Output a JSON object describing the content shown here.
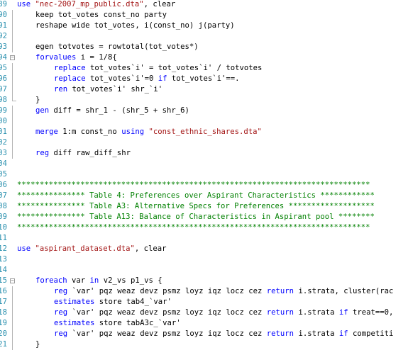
{
  "editor": {
    "language": "stata-do-file",
    "colors": {
      "background": "#ffffff",
      "line_number": "#2b91af",
      "keyword": "#0000ff",
      "string": "#a31515",
      "comment": "#008000",
      "text": "#000000"
    },
    "lines": [
      {
        "num": "89",
        "fold": "none",
        "indent": 0,
        "tokens": [
          {
            "t": "kw",
            "v": "use"
          },
          {
            "t": "tx",
            "v": " "
          },
          {
            "t": "str",
            "v": "\"nec-2007_mp_public.dta\""
          },
          {
            "t": "tx",
            "v": ", clear"
          }
        ]
      },
      {
        "num": "90",
        "fold": "line",
        "indent": 1,
        "tokens": [
          {
            "t": "tx",
            "v": "keep tot_votes const_no party"
          }
        ]
      },
      {
        "num": "91",
        "fold": "line",
        "indent": 1,
        "tokens": [
          {
            "t": "tx",
            "v": "reshape wide tot_votes, i(const_no) j(party)"
          }
        ]
      },
      {
        "num": "92",
        "fold": "line",
        "indent": 0,
        "tokens": []
      },
      {
        "num": "93",
        "fold": "line",
        "indent": 1,
        "tokens": [
          {
            "t": "tx",
            "v": "egen totvotes = rowtotal(tot_votes*)"
          }
        ]
      },
      {
        "num": "94",
        "fold": "minus",
        "indent": 1,
        "tokens": [
          {
            "t": "kw",
            "v": "forvalues"
          },
          {
            "t": "tx",
            "v": " i = 1/8{"
          }
        ]
      },
      {
        "num": "95",
        "fold": "line",
        "indent": 2,
        "tokens": [
          {
            "t": "kw",
            "v": "replace"
          },
          {
            "t": "tx",
            "v": " tot_votes`i' = tot_votes`i' / totvotes"
          }
        ]
      },
      {
        "num": "96",
        "fold": "line",
        "indent": 2,
        "tokens": [
          {
            "t": "kw",
            "v": "replace"
          },
          {
            "t": "tx",
            "v": " tot_votes`i'=0 "
          },
          {
            "t": "kw",
            "v": "if"
          },
          {
            "t": "tx",
            "v": " tot_votes`i'==."
          }
        ]
      },
      {
        "num": "97",
        "fold": "line",
        "indent": 2,
        "tokens": [
          {
            "t": "kw",
            "v": "ren"
          },
          {
            "t": "tx",
            "v": " tot_votes`i' shr_`i'"
          }
        ]
      },
      {
        "num": "98",
        "fold": "end",
        "indent": 1,
        "tokens": [
          {
            "t": "tx",
            "v": "}"
          }
        ]
      },
      {
        "num": "99",
        "fold": "line",
        "indent": 1,
        "tokens": [
          {
            "t": "kw",
            "v": "gen"
          },
          {
            "t": "tx",
            "v": " diff = shr_1 - (shr_5 + shr_6)"
          }
        ]
      },
      {
        "num": "00",
        "fold": "line",
        "indent": 0,
        "tokens": []
      },
      {
        "num": "01",
        "fold": "line",
        "indent": 1,
        "tokens": [
          {
            "t": "kw",
            "v": "merge"
          },
          {
            "t": "tx",
            "v": " 1:m const_no "
          },
          {
            "t": "kw",
            "v": "using"
          },
          {
            "t": "tx",
            "v": " "
          },
          {
            "t": "str",
            "v": "\"const_ethnic_shares.dta\""
          }
        ]
      },
      {
        "num": "02",
        "fold": "line",
        "indent": 0,
        "tokens": []
      },
      {
        "num": "03",
        "fold": "line",
        "indent": 1,
        "tokens": [
          {
            "t": "kw",
            "v": "reg"
          },
          {
            "t": "tx",
            "v": " diff raw_diff_shr"
          }
        ]
      },
      {
        "num": "04",
        "fold": "none",
        "indent": 0,
        "tokens": []
      },
      {
        "num": "05",
        "fold": "none",
        "indent": 0,
        "tokens": []
      },
      {
        "num": "06",
        "fold": "none",
        "indent": 0,
        "tokens": [
          {
            "t": "cmt",
            "v": "******************************************************************************"
          }
        ]
      },
      {
        "num": "07",
        "fold": "none",
        "indent": 0,
        "tokens": [
          {
            "t": "cmt",
            "v": "*************** Table 4: Preferences over Aspirant Characteristics ************"
          }
        ]
      },
      {
        "num": "08",
        "fold": "none",
        "indent": 0,
        "tokens": [
          {
            "t": "cmt",
            "v": "*************** Table A3: Alternative Specs for Preferences *******************"
          }
        ]
      },
      {
        "num": "09",
        "fold": "none",
        "indent": 0,
        "tokens": [
          {
            "t": "cmt",
            "v": "*************** Table A13: Balance of Characteristics in Aspirant pool ********"
          }
        ]
      },
      {
        "num": "10",
        "fold": "none",
        "indent": 0,
        "tokens": [
          {
            "t": "cmt",
            "v": "******************************************************************************"
          }
        ]
      },
      {
        "num": "11",
        "fold": "none",
        "indent": 0,
        "tokens": []
      },
      {
        "num": "12",
        "fold": "none",
        "indent": 0,
        "tokens": [
          {
            "t": "kw",
            "v": "use"
          },
          {
            "t": "tx",
            "v": " "
          },
          {
            "t": "str",
            "v": "\"aspirant_dataset.dta\""
          },
          {
            "t": "tx",
            "v": ", clear"
          }
        ]
      },
      {
        "num": "13",
        "fold": "none",
        "indent": 0,
        "tokens": []
      },
      {
        "num": "14",
        "fold": "none",
        "indent": 0,
        "tokens": []
      },
      {
        "num": "15",
        "fold": "minus",
        "indent": 1,
        "tokens": [
          {
            "t": "kw",
            "v": "foreach"
          },
          {
            "t": "tx",
            "v": " var "
          },
          {
            "t": "kw",
            "v": "in"
          },
          {
            "t": "tx",
            "v": " v2_vs p1_vs {"
          }
        ]
      },
      {
        "num": "16",
        "fold": "line",
        "indent": 2,
        "tokens": [
          {
            "t": "kw",
            "v": "reg"
          },
          {
            "t": "tx",
            "v": " `var' pqz weaz devz psmz loyz iqz locz cez "
          },
          {
            "t": "kw",
            "v": "return"
          },
          {
            "t": "tx",
            "v": " i.strata, cluster(rac"
          }
        ]
      },
      {
        "num": "17",
        "fold": "line",
        "indent": 2,
        "tokens": [
          {
            "t": "kw",
            "v": "estimates"
          },
          {
            "t": "tx",
            "v": " store tab4_`var'"
          }
        ]
      },
      {
        "num": "18",
        "fold": "line",
        "indent": 2,
        "tokens": [
          {
            "t": "kw",
            "v": "reg"
          },
          {
            "t": "tx",
            "v": " `var' pqz weaz devz psmz loyz iqz locz cez "
          },
          {
            "t": "kw",
            "v": "return"
          },
          {
            "t": "tx",
            "v": " i.strata "
          },
          {
            "t": "kw",
            "v": "if"
          },
          {
            "t": "tx",
            "v": " treat==0,"
          }
        ]
      },
      {
        "num": "19",
        "fold": "line",
        "indent": 2,
        "tokens": [
          {
            "t": "kw",
            "v": "estimates"
          },
          {
            "t": "tx",
            "v": " store tabA3c_`var'"
          }
        ]
      },
      {
        "num": "20",
        "fold": "line",
        "indent": 2,
        "tokens": [
          {
            "t": "kw",
            "v": "reg"
          },
          {
            "t": "tx",
            "v": " `var' pqz weaz devz psmz loyz iqz locz cez "
          },
          {
            "t": "kw",
            "v": "return"
          },
          {
            "t": "tx",
            "v": " i.strata "
          },
          {
            "t": "kw",
            "v": "if"
          },
          {
            "t": "tx",
            "v": " competiti"
          }
        ]
      },
      {
        "num": "21",
        "fold": "line",
        "indent": 1,
        "tokens": [
          {
            "t": "tx",
            "v": "}"
          }
        ]
      }
    ]
  }
}
